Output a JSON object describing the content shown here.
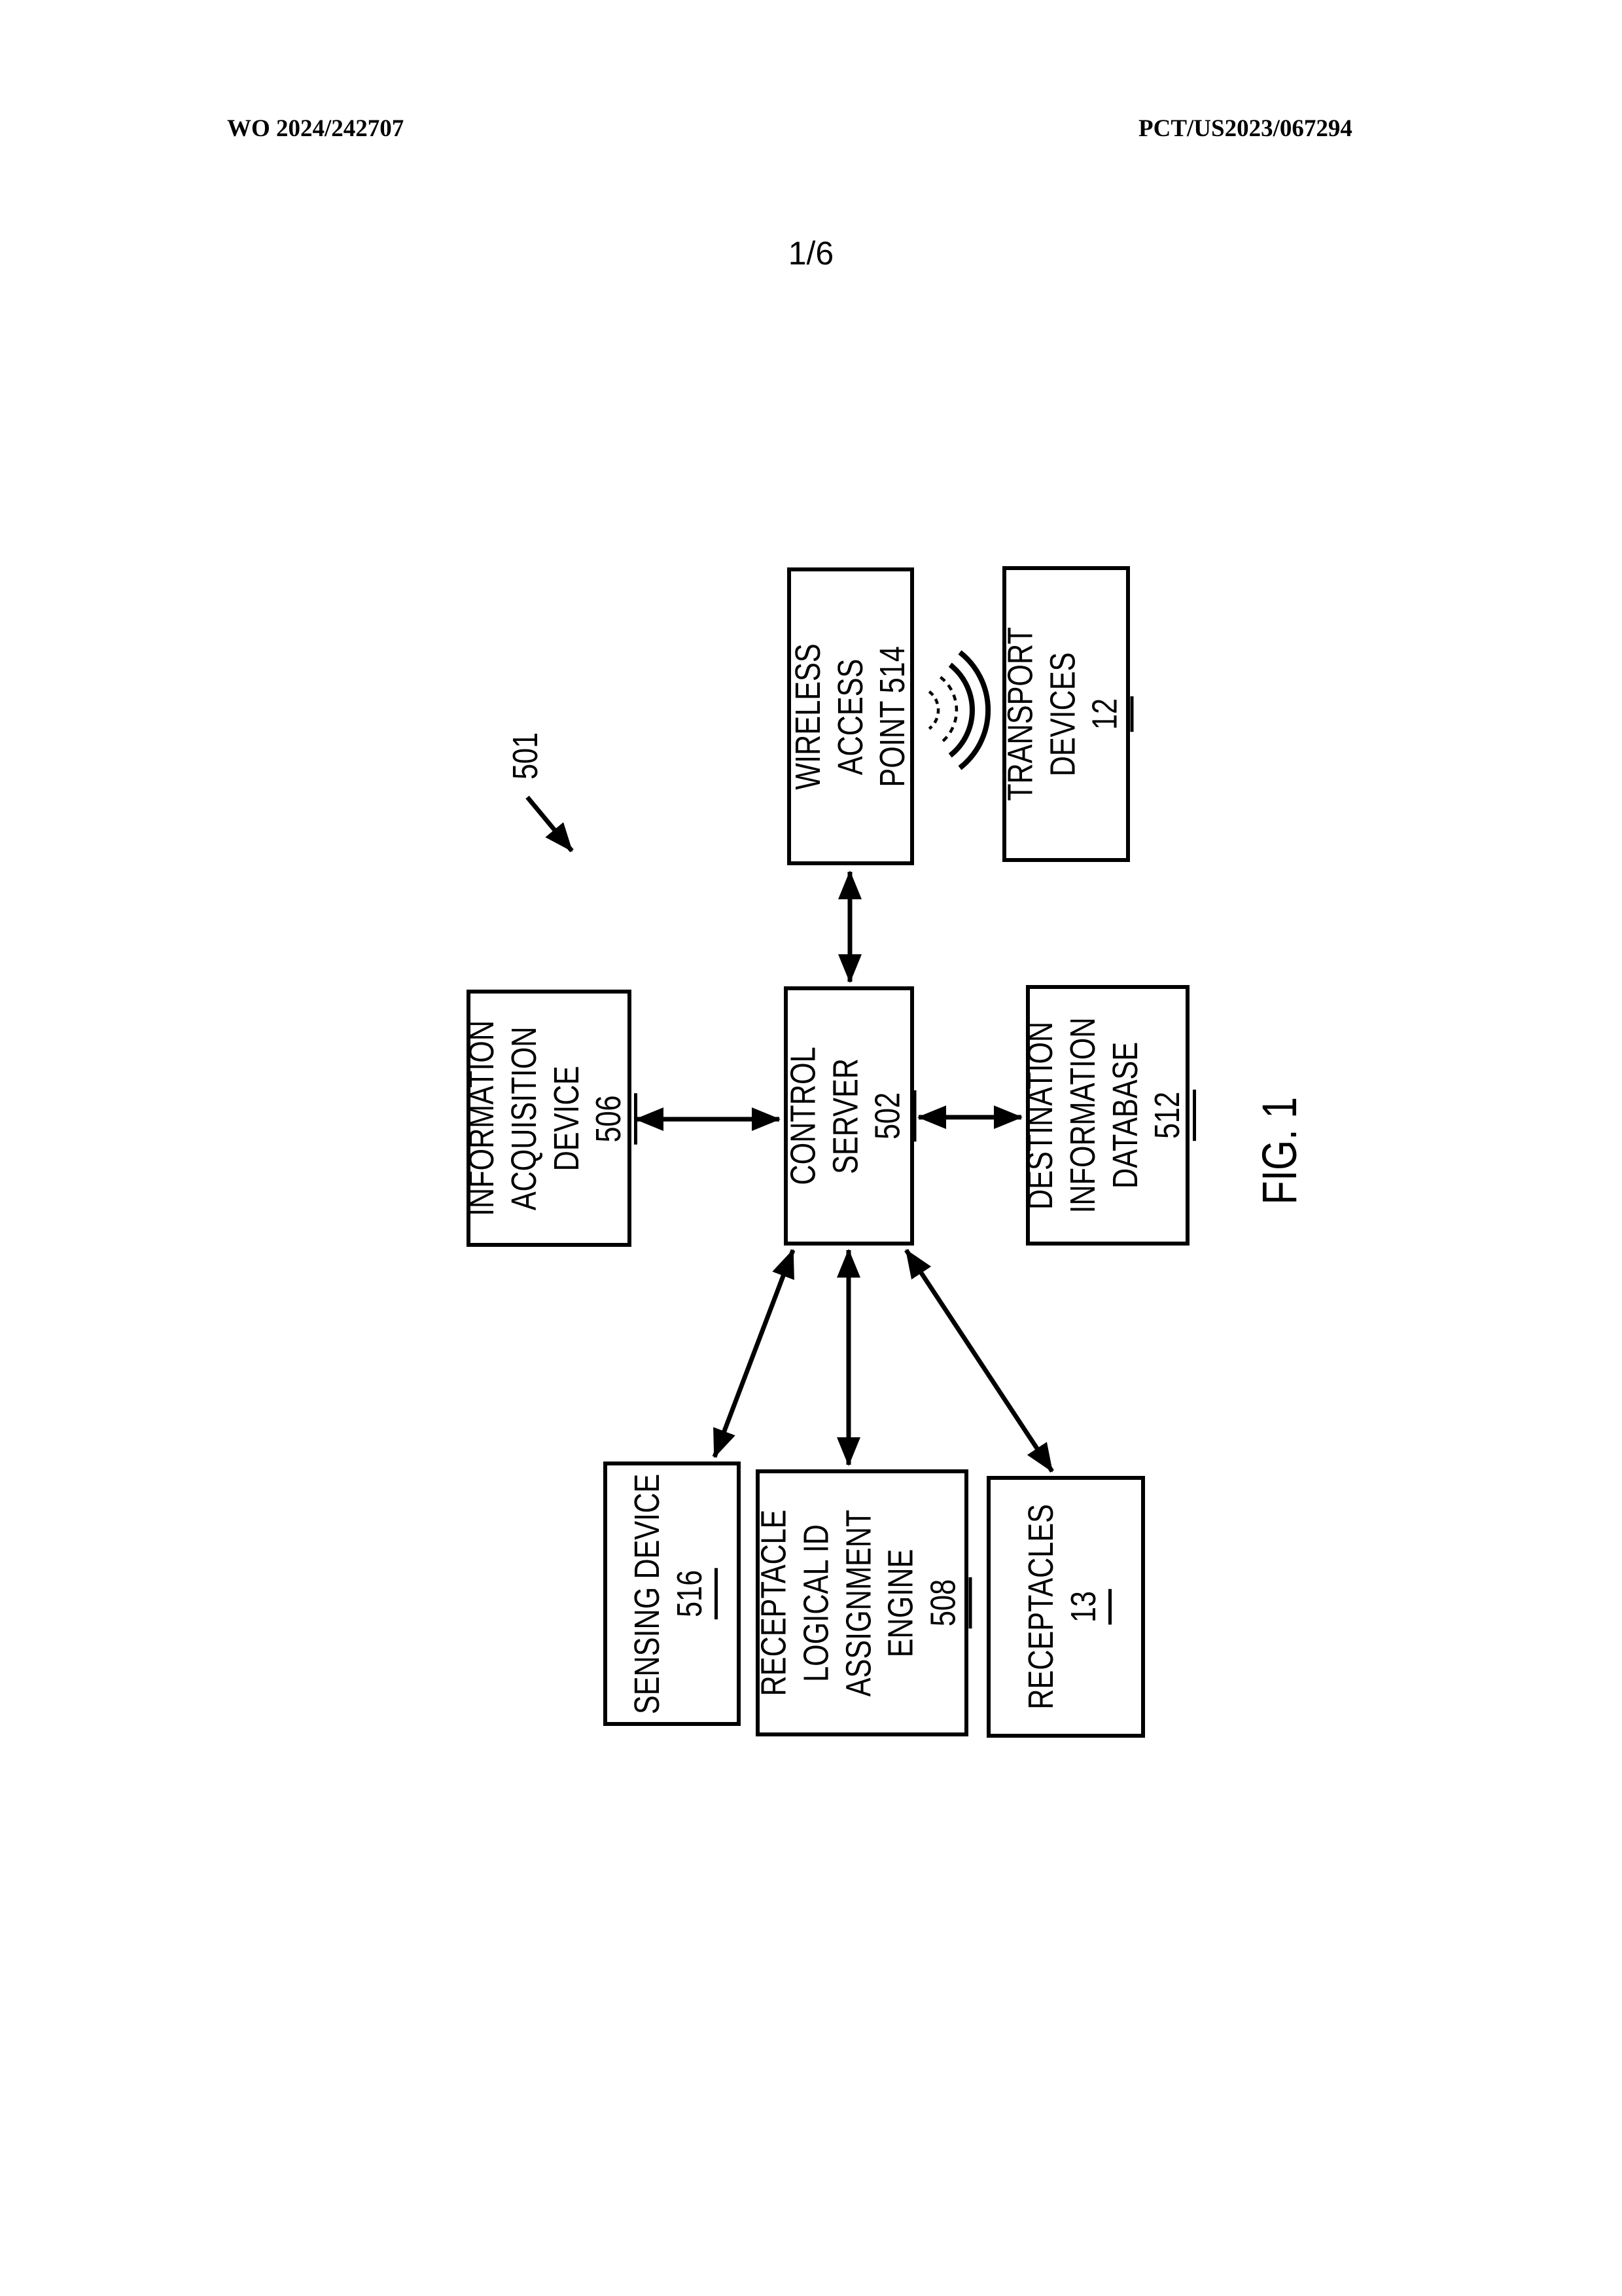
{
  "header": {
    "left": "WO 2024/242707",
    "right": "PCT/US2023/067294",
    "page_number": "1/6"
  },
  "figure": {
    "label": "FIG. 1",
    "overall_reference": "501"
  },
  "boxes": {
    "wireless_access_point": {
      "lines": [
        "WIRELESS",
        "ACCESS",
        "POINT 514"
      ]
    },
    "transport_devices": {
      "lines": [
        "TRANSPORT",
        "DEVICES"
      ],
      "ref": "12"
    },
    "information_acquisition_device": {
      "lines": [
        "INFORMATION",
        "ACQUISITION",
        "DEVICE"
      ],
      "ref": "506"
    },
    "control_server": {
      "lines": [
        "CONTROL",
        "SERVER"
      ],
      "ref": "502"
    },
    "destination_information_database": {
      "lines": [
        "DESTINATION",
        "INFORMATION",
        "DATABASE"
      ],
      "ref": "512"
    },
    "sensing_device": {
      "lines": [
        "SENSING DEVICE"
      ],
      "ref": "516"
    },
    "receptacle_logical_id_assignment_engine": {
      "lines": [
        "RECEPTACLE",
        "LOGICAL ID",
        "ASSIGNMENT",
        "ENGINE"
      ],
      "ref": "508"
    },
    "receptacles": {
      "lines": [
        "RECEPTACLES"
      ],
      "ref": "13"
    }
  },
  "connections": [
    {
      "from": "control_server",
      "to": "wireless_access_point",
      "type": "double-arrow"
    },
    {
      "from": "control_server",
      "to": "information_acquisition_device",
      "type": "double-arrow"
    },
    {
      "from": "control_server",
      "to": "destination_information_database",
      "type": "double-arrow"
    },
    {
      "from": "control_server",
      "to": "sensing_device",
      "type": "double-arrow"
    },
    {
      "from": "control_server",
      "to": "receptacle_logical_id_assignment_engine",
      "type": "double-arrow"
    },
    {
      "from": "control_server",
      "to": "receptacles",
      "type": "double-arrow"
    },
    {
      "from": "wireless_access_point",
      "to": "transport_devices",
      "type": "wireless-signal"
    }
  ],
  "colors": {
    "ink": "#000000",
    "paper": "#ffffff"
  }
}
